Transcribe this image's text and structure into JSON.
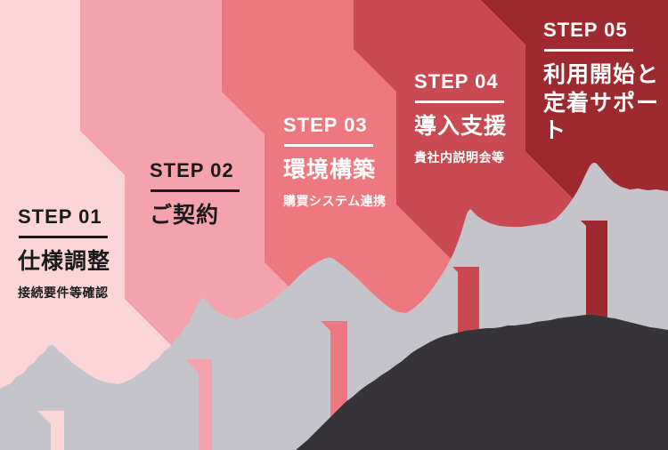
{
  "diagram_title": "5-step onboarding flow",
  "steps": [
    {
      "label": "STEP 01",
      "title": "仕様調整",
      "subtitle": "接続要件等確認"
    },
    {
      "label": "STEP 02",
      "title": "ご契約",
      "subtitle": ""
    },
    {
      "label": "STEP 03",
      "title": "環境構築",
      "subtitle": "購買システム連携"
    },
    {
      "label": "STEP 04",
      "title": "導入支援",
      "subtitle": "貴社内説明会等"
    },
    {
      "label": "STEP 05",
      "title": "利用開始と\n定着サポート",
      "subtitle": ""
    }
  ],
  "colors": {
    "band1": "#fcd5d9",
    "band2": "#f4a3ac",
    "band3": "#ee7880",
    "band4": "#c94a52",
    "band5": "#9e2a30",
    "mountain_back": "#c5c4ca",
    "mountain_front": "#363439",
    "text_dark": "#1a1a1a",
    "text_light": "#ffffff"
  }
}
